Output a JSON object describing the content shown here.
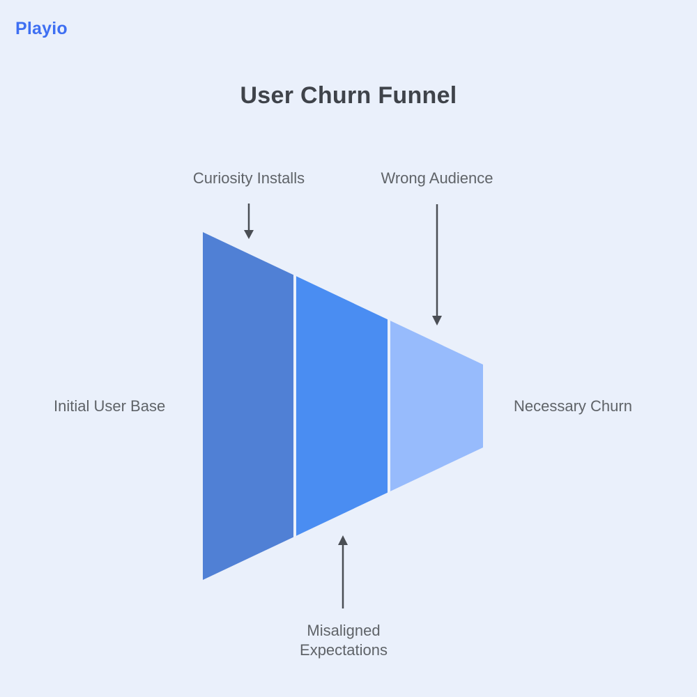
{
  "page": {
    "background_color": "#EAF0FB"
  },
  "logo": {
    "text": "Playio",
    "color": "#3E6FF2"
  },
  "title": {
    "text": "User Churn Funnel",
    "color": "#3F434A"
  },
  "funnel": {
    "type": "funnel",
    "orientation": "horizontal-left-to-right",
    "entry_label": "Initial User Base",
    "exit_label": "Necessary Churn",
    "segments": [
      {
        "label": "Curiosity Installs",
        "label_position": "top",
        "color": "#5080D5"
      },
      {
        "label": "Misaligned Expectations",
        "label_position": "bottom",
        "color": "#4A8DF2"
      },
      {
        "label": "Wrong Audience",
        "label_position": "top",
        "color": "#97BBFC"
      }
    ],
    "divider_color": "#FFFFFF"
  },
  "annotation": {
    "text_color": "#5F6368",
    "arrow_color": "#4A4E54"
  }
}
